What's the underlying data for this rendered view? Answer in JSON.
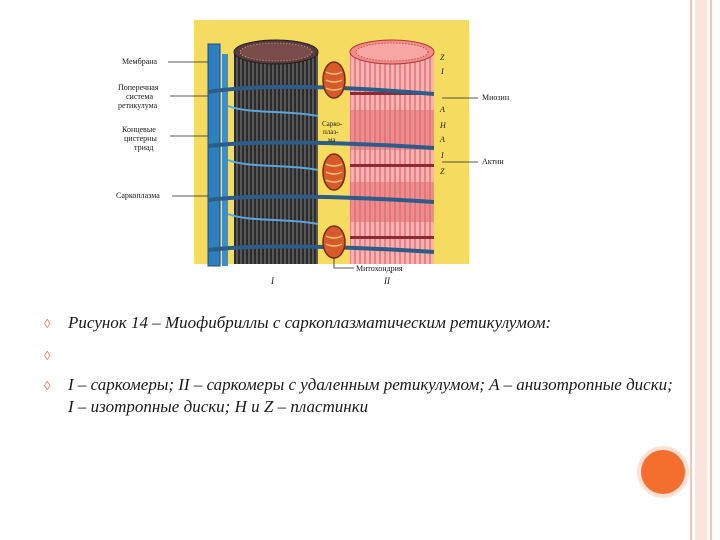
{
  "colors": {
    "figure_background": "#f5db5f",
    "accent_dot": "#f46e2e",
    "right_stripe": "#f6c9b8",
    "bullet": "#e07c48"
  },
  "figure": {
    "labels": {
      "membrane": "Мембрана",
      "transverse_1": "Поперечная",
      "transverse_2": "система",
      "transverse_3": "ретикулума",
      "cisterns_1": "Концевые",
      "cisterns_2": "цистерны",
      "cisterns_3": "триад",
      "sarcoplasm": "Саркоплазма",
      "sarcoplasm_mid_1": "Сарко-",
      "sarcoplasm_mid_2": "плаз-",
      "sarcoplasm_mid_3": "ма",
      "myosin": "Миозин",
      "actin": "Актин",
      "mitochondria": "Митохондрия",
      "roman_1": "I",
      "roman_2": "II",
      "band_z_top": "Z",
      "band_i_top": "I",
      "band_a_top": "A",
      "band_h": "H",
      "band_a_bottom": "A",
      "band_i_bottom": "I",
      "band_z_bottom": "Z"
    }
  },
  "caption": {
    "bullets": [
      "Рисунок 14 – Миофибриллы с саркоплазматическим ретикулумом:",
      "",
      "I – саркомеры; II – саркомеры с удаленным ретикулумом; A – анизотропные диски; I – изотропные диски; H и Z – пластинки"
    ]
  }
}
